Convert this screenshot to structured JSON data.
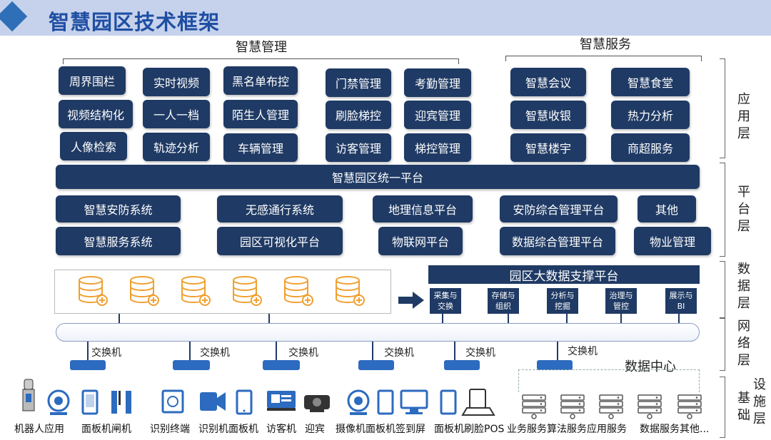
{
  "header": {
    "title": "智慧园区技术框架"
  },
  "app_layer": {
    "mgmt_title": "智慧管理",
    "service_title": "智慧服务",
    "mgmt_items": [
      "周界围栏",
      "实时视频",
      "黑名单布控",
      "门禁管理",
      "考勤管理",
      "视频结构化",
      "一人一档",
      "陌生人管理",
      "刷脸梯控",
      "迎宾管理",
      "人像检索",
      "轨迹分析",
      "车辆管理",
      "访客管理",
      "梯控管理"
    ],
    "service_items": [
      "智慧会议",
      "智慧食堂",
      "智慧收银",
      "热力分析",
      "智慧楼宇",
      "商超服务"
    ]
  },
  "platform_layer": {
    "unified": "智慧园区统一平台",
    "items": [
      "智慧安防系统",
      "无感通行系统",
      "地理信息平台",
      "安防综合管理平台",
      "其他",
      "智慧服务系统",
      "园区可视化平台",
      "物联网平台",
      "数据综合管理平台",
      "物业管理"
    ]
  },
  "data_layer": {
    "bigdata_title": "园区大数据支撑平台",
    "bigdata_items": [
      "采集与\n交换",
      "存储与\n组织",
      "分析与\n挖掘",
      "治理与\n管控",
      "展示与\nBI"
    ]
  },
  "network_layer": {
    "switch_label": "交换机",
    "data_center": "数据中心"
  },
  "layers": {
    "application": "应用层",
    "platform": "平台层",
    "data": "数据层",
    "network": "网络层",
    "infra_a": "基础",
    "infra_b": "设施层"
  },
  "devices": [
    "机器人应用",
    "面板机闸机",
    "识别终端",
    "识别机面板机",
    "访客机",
    "迎宾",
    "摄像机面板机签到屏",
    "面板机刷脸POS",
    "业务服务算法服务应用服务",
    "数据服务其他..."
  ],
  "colors": {
    "accent": "#1f3a64",
    "header_bg": "#c6d2ec",
    "title": "#1f4fa3",
    "db_icon": "#f0a030",
    "switch": "#2c6bbf"
  }
}
